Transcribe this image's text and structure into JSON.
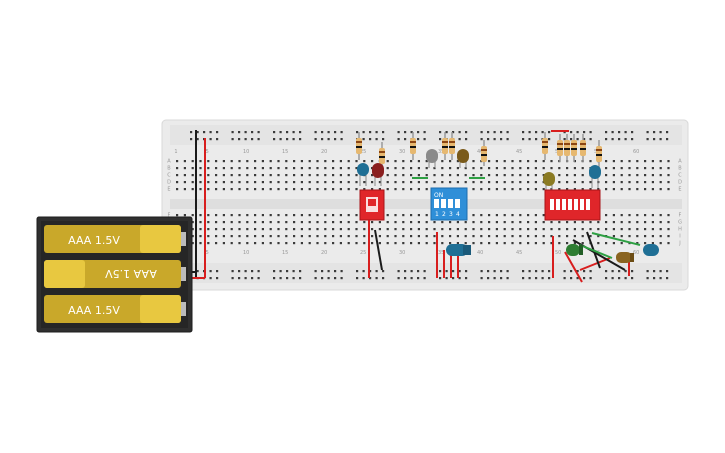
{
  "battery_pack": {
    "cells": [
      {
        "label": "AAA 1.5V",
        "flipped": false
      },
      {
        "label": "AAA 1.5V",
        "flipped": true
      },
      {
        "label": "AAA 1.5V",
        "flipped": false
      }
    ]
  },
  "breadboard": {
    "column_numbers": [
      "1",
      "5",
      "10",
      "15",
      "20",
      "25",
      "30",
      "35",
      "40",
      "45",
      "50",
      "55",
      "60"
    ],
    "row_letters_top": [
      "A",
      "B",
      "C",
      "D",
      "E"
    ],
    "row_letters_bottom": [
      "F",
      "G",
      "H",
      "I",
      "J"
    ]
  },
  "dip_switch": {
    "on_label": "ON",
    "numbers": [
      "1",
      "2",
      "3",
      "4"
    ]
  },
  "colors": {
    "board": "#ebebeb",
    "hole": "#3a3a3a",
    "battery_holder": "#2f2f2f",
    "battery_cell": "#c9a82a",
    "battery_cap": "#e8c840",
    "wire_red": "#d81e1e",
    "wire_black": "#1a1a1a",
    "wire_green": "#2ea043",
    "switch_red": "#e0262a",
    "switch_blue": "#2f8fd8",
    "led_blue": "#1f6f95",
    "led_red": "#8a1f1f",
    "led_gray": "#8a8a8a",
    "led_brown": "#7a5a1a",
    "led_olive": "#8a7a22",
    "led_green": "#2e7d32",
    "resistor_body": "#e6b870"
  }
}
